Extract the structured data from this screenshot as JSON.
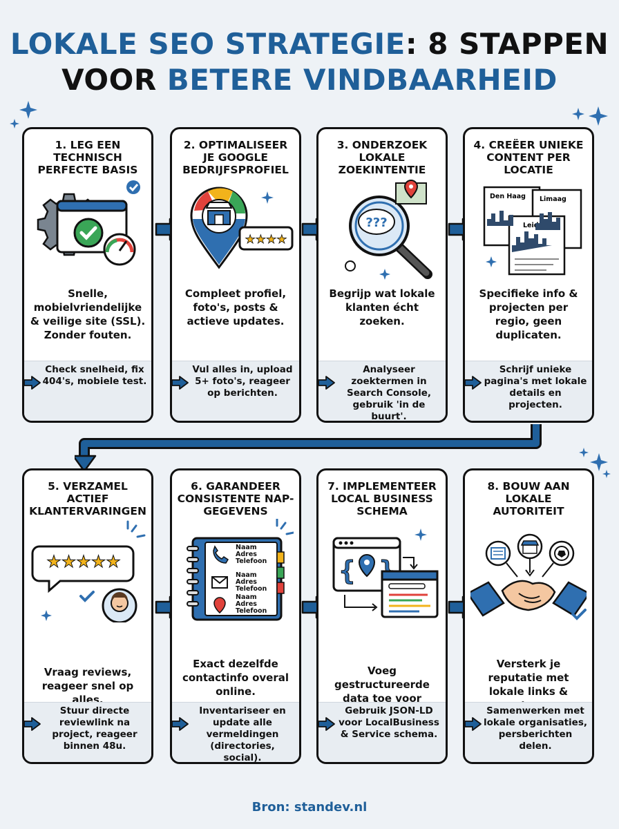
{
  "title": {
    "part1": "LOKALE SEO STRATEGIE",
    "colon": ":",
    "part2": "8 STAPPEN",
    "part3": "VOOR",
    "part4": "BETERE VINDBAARHEID"
  },
  "colors": {
    "accent": "#1f5f99",
    "border": "#111111",
    "tip_bg": "#e8edf2"
  },
  "steps": [
    {
      "title": "1. LEG EEN TECHNISCH PERFECTE BASIS",
      "desc": "Snelle, mobielvriendelijke & veilige site (SSL). Zonder fouten.",
      "tip": "Check snelheid, fix 404's, mobiele test.",
      "icon": "gear-browser-speedometer-icon"
    },
    {
      "title": "2. OPTIMALISEER JE GOOGLE BEDRIJFSPROFIEL",
      "desc": "Compleet profiel, foto's, posts & actieve updates.",
      "tip": "Vul alles in, upload 5+ foto's, reageer op berichten.",
      "icon": "map-pin-store-icon",
      "rating": "★★★★"
    },
    {
      "title": "3. ONDERZOEK LOKALE ZOEKINTENTIE",
      "desc": "Begrijp wat lokale klanten écht zoeken.",
      "tip": "Analyseer zoektermen in Search Console, gebruik 'in de buurt'.",
      "icon": "magnifier-question-icon",
      "bubble": "???"
    },
    {
      "title": "4. CREËER UNIEKE CONTENT PER LOCATIE",
      "desc": "Specifieke info & projecten per regio, geen duplicaten.",
      "tip": "Schrijf unieke pagina's met lokale details en projecten.",
      "icon": "city-pages-icon",
      "pages": [
        "Den Haag",
        "Limaag",
        "Leiden"
      ]
    },
    {
      "title": "5. VERZAMEL ACTIEF KLANTERVARINGEN",
      "desc": "Vraag reviews, reageer snel op alles.",
      "tip": "Stuur directe reviewlink na project, reageer binnen 48u.",
      "icon": "review-bubble-customer-icon",
      "rating": "★★★★★"
    },
    {
      "title": "6. GARANDEER CONSISTENTE NAP-GEGEVENS",
      "desc": "Exact dezelfde contactinfo overal online.",
      "tip": "Inventariseer en update alle vermeldingen (directories, social).",
      "icon": "address-book-icon",
      "nap": [
        "Naam",
        "Adres",
        "Telefoon"
      ]
    },
    {
      "title": "7. IMPLEMENTEER LOCAL BUSINESS SCHEMA",
      "desc": "Voeg gestructureerde data toe voor Google.",
      "tip": "Gebruik JSON-LD voor LocalBusiness & Service schema.",
      "icon": "code-schema-icon"
    },
    {
      "title": "8. BOUW AAN LOKALE AUTORITEIT",
      "desc": "Versterk je reputatie met lokale links & partners.",
      "tip": "Samenwerken met lokale organisaties, persberichten delen.",
      "icon": "handshake-icon"
    }
  ],
  "footer": "Bron: standev.nl"
}
